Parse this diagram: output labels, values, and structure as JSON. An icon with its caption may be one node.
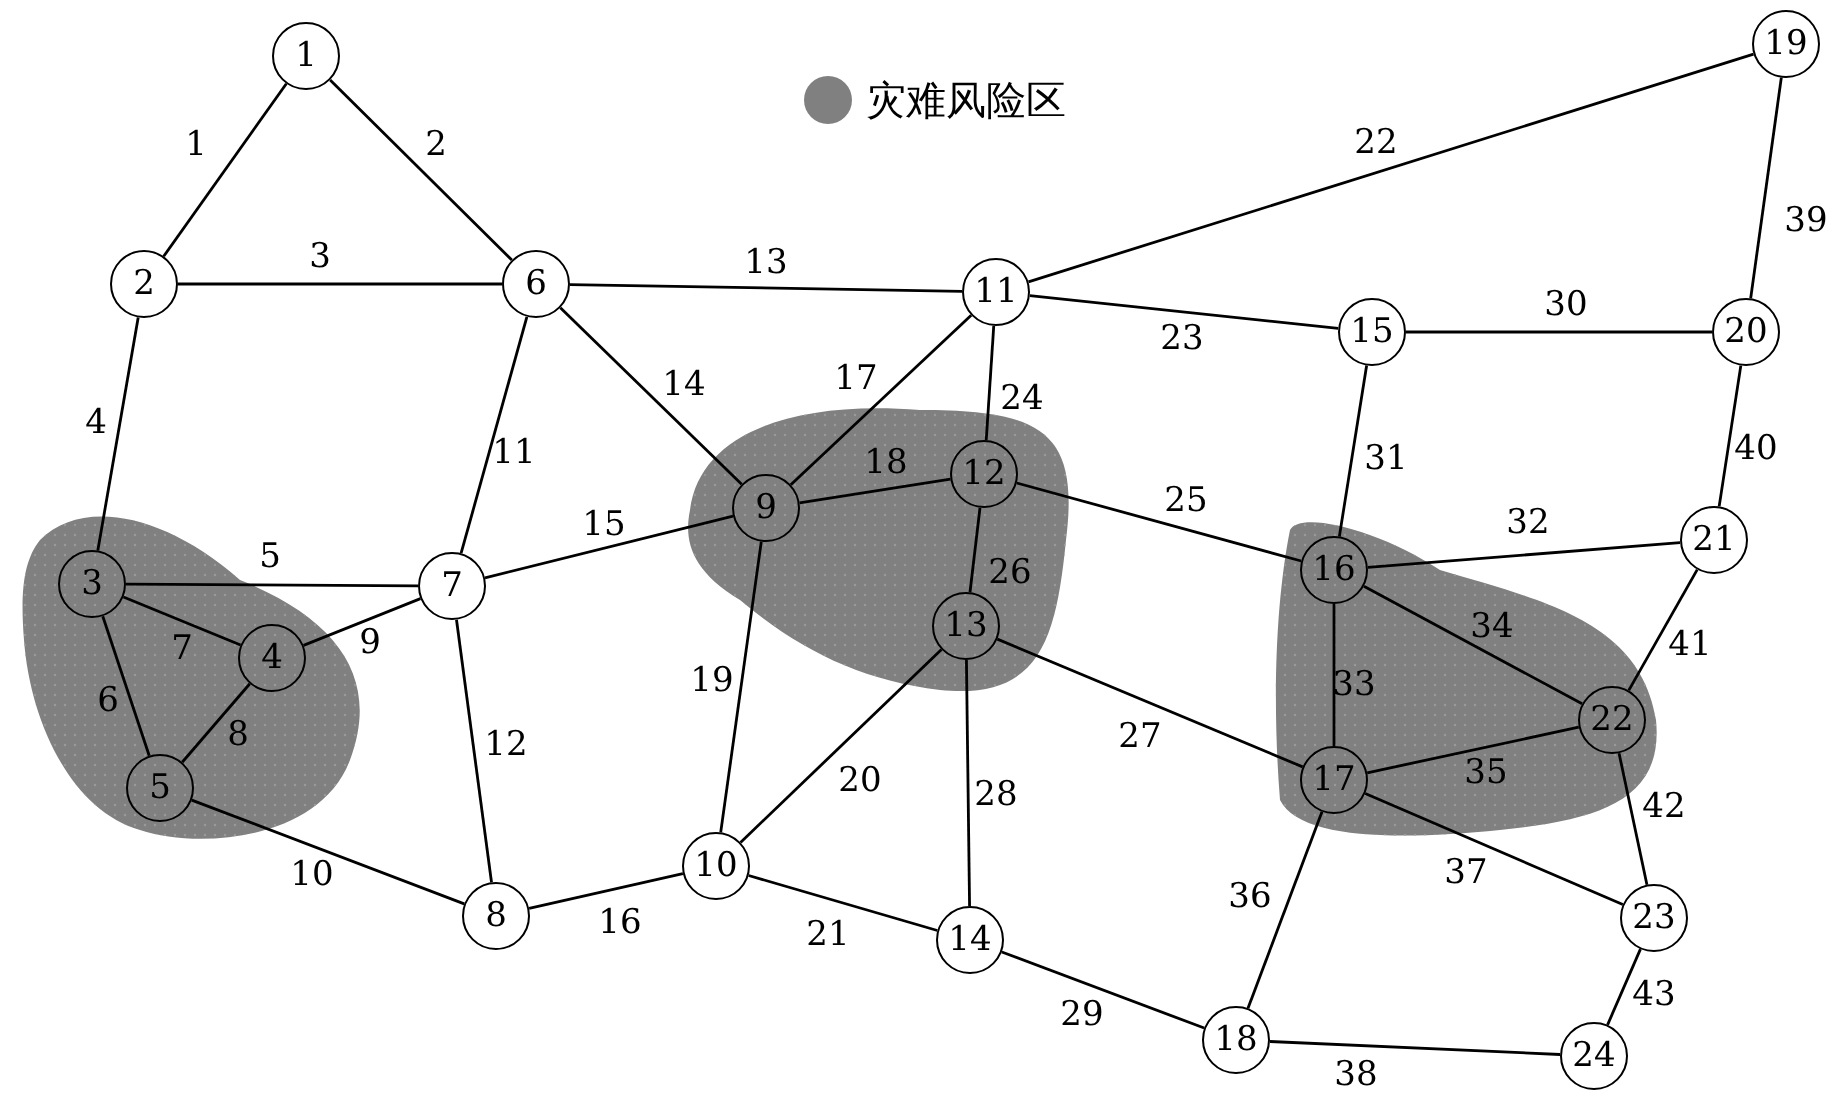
{
  "diagram": {
    "nodes": [
      {
        "text": [
          "1"
        ]
      },
      {
        "text": [
          "2"
        ]
      },
      {
        "text": [
          "3"
        ]
      },
      {
        "text": [
          "4"
        ]
      },
      {
        "text": [
          "5"
        ]
      },
      {
        "text": [
          "6"
        ]
      },
      {
        "text": [
          "7"
        ]
      },
      {
        "text": [
          "8"
        ]
      },
      {
        "text": [
          "9"
        ]
      },
      {
        "text": [
          "10"
        ]
      },
      {
        "text": [
          "11"
        ]
      },
      {
        "text": [
          "12"
        ]
      },
      {
        "text": [
          "13"
        ]
      },
      {
        "text": [
          "14"
        ]
      },
      {
        "text": [
          "15"
        ]
      },
      {
        "text": [
          "16"
        ]
      },
      {
        "text": [
          "17"
        ]
      },
      {
        "text": [
          "18"
        ]
      },
      {
        "text": [
          "19"
        ]
      },
      {
        "text": [
          "20"
        ]
      },
      {
        "text": [
          "21"
        ]
      },
      {
        "text": [
          "22"
        ]
      },
      {
        "text": [
          "23"
        ]
      },
      {
        "text": [
          "24"
        ]
      }
    ],
    "edges": [
      {
        "from": 0,
        "to": 1,
        "arrow": "none",
        "label": "1"
      },
      {
        "from": 0,
        "to": 5,
        "arrow": "none",
        "label": "2"
      },
      {
        "from": 1,
        "to": 5,
        "arrow": "none",
        "label": "3"
      },
      {
        "from": 1,
        "to": 2,
        "arrow": "none",
        "label": "4"
      },
      {
        "from": 2,
        "to": 6,
        "arrow": "none",
        "label": "5"
      },
      {
        "from": 2,
        "to": 4,
        "arrow": "none",
        "label": "6"
      },
      {
        "from": 2,
        "to": 3,
        "arrow": "none",
        "label": "7"
      },
      {
        "from": 3,
        "to": 4,
        "arrow": "none",
        "label": "8"
      },
      {
        "from": 3,
        "to": 6,
        "arrow": "none",
        "label": "9"
      },
      {
        "from": 4,
        "to": 7,
        "arrow": "none",
        "label": "10"
      },
      {
        "from": 5,
        "to": 6,
        "arrow": "none",
        "label": "11"
      },
      {
        "from": 6,
        "to": 7,
        "arrow": "none",
        "label": "12"
      },
      {
        "from": 5,
        "to": 10,
        "arrow": "none",
        "label": "13"
      },
      {
        "from": 5,
        "to": 8,
        "arrow": "none",
        "label": "14"
      },
      {
        "from": 6,
        "to": 8,
        "arrow": "none",
        "label": "15"
      },
      {
        "from": 7,
        "to": 9,
        "arrow": "none",
        "label": "16"
      },
      {
        "from": 8,
        "to": 10,
        "arrow": "none",
        "label": "17"
      },
      {
        "from": 8,
        "to": 11,
        "arrow": "none",
        "label": "18"
      },
      {
        "from": 8,
        "to": 9,
        "arrow": "none",
        "label": "19"
      },
      {
        "from": 9,
        "to": 12,
        "arrow": "none",
        "label": "20"
      },
      {
        "from": 9,
        "to": 13,
        "arrow": "none",
        "label": "21"
      },
      {
        "from": 10,
        "to": 18,
        "arrow": "none",
        "label": "22"
      },
      {
        "from": 10,
        "to": 14,
        "arrow": "none",
        "label": "23"
      },
      {
        "from": 10,
        "to": 11,
        "arrow": "none",
        "label": "24"
      },
      {
        "from": 11,
        "to": 15,
        "arrow": "none",
        "label": "25"
      },
      {
        "from": 11,
        "to": 12,
        "arrow": "none",
        "label": "26"
      },
      {
        "from": 12,
        "to": 16,
        "arrow": "none",
        "label": "27"
      },
      {
        "from": 12,
        "to": 13,
        "arrow": "none",
        "label": "28"
      },
      {
        "from": 13,
        "to": 17,
        "arrow": "none",
        "label": "29"
      },
      {
        "from": 14,
        "to": 19,
        "arrow": "none",
        "label": "30"
      },
      {
        "from": 14,
        "to": 15,
        "arrow": "none",
        "label": "31"
      },
      {
        "from": 15,
        "to": 20,
        "arrow": "none",
        "label": "32"
      },
      {
        "from": 15,
        "to": 16,
        "arrow": "none",
        "label": "33"
      },
      {
        "from": 15,
        "to": 21,
        "arrow": "none",
        "label": "34"
      },
      {
        "from": 16,
        "to": 21,
        "arrow": "none",
        "label": "35"
      },
      {
        "from": 16,
        "to": 17,
        "arrow": "none",
        "label": "36"
      },
      {
        "from": 16,
        "to": 22,
        "arrow": "none",
        "label": "37"
      },
      {
        "from": 17,
        "to": 23,
        "arrow": "none",
        "label": "38"
      },
      {
        "from": 18,
        "to": 19,
        "arrow": "none",
        "label": "39"
      },
      {
        "from": 19,
        "to": 20,
        "arrow": "none",
        "label": "40"
      },
      {
        "from": 20,
        "to": 21,
        "arrow": "none",
        "label": "41"
      },
      {
        "from": 21,
        "to": 22,
        "arrow": "none",
        "label": "42"
      },
      {
        "from": 22,
        "to": 23,
        "arrow": "none",
        "label": "43"
      }
    ],
    "legend": [
      {
        "text": "灾难风险区",
        "color": "#808080"
      }
    ]
  }
}
